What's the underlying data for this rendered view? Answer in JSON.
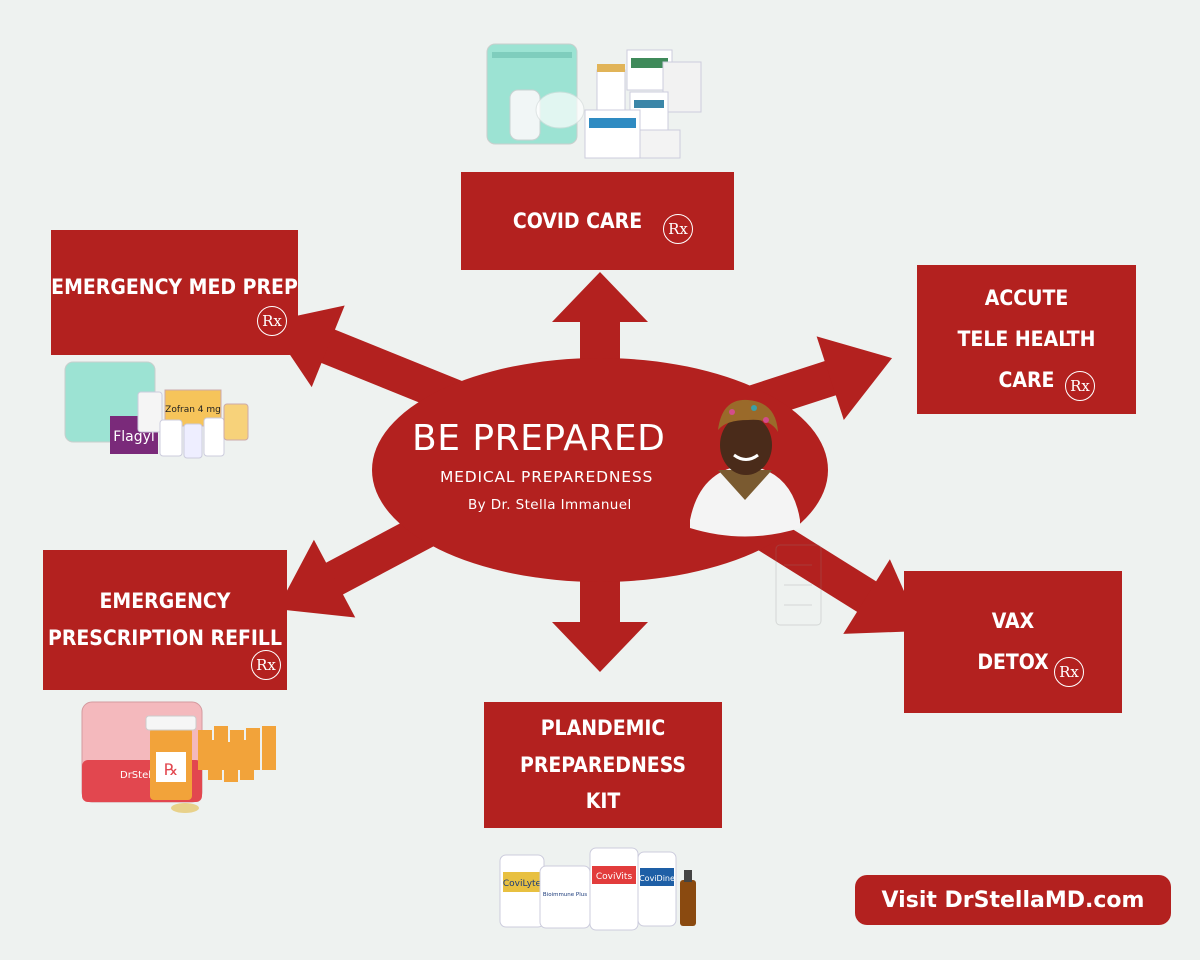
{
  "center": {
    "title": "BE PREPARED",
    "subtitle": "MEDICAL PREPAREDNESS",
    "author": "By Dr. Stella Immanuel"
  },
  "boxes": {
    "covid": {
      "lines": [
        "COVID CARE"
      ],
      "rx": "Rx"
    },
    "emergency_med": {
      "lines": [
        "EMERGENCY MED PREP"
      ],
      "rx": "Rx"
    },
    "accute": {
      "lines": [
        "ACCUTE",
        "TELE HEALTH",
        "CARE"
      ],
      "rx": "Rx"
    },
    "refill": {
      "lines": [
        "EMERGENCY",
        "PRESCRIPTION REFILL"
      ],
      "rx": "Rx"
    },
    "vax": {
      "lines": [
        "VAX",
        "DETOX"
      ],
      "rx": "Rx"
    },
    "plandemic": {
      "lines": [
        "PLANDEMIC",
        "PREPAREDNESS",
        "KIT"
      ]
    }
  },
  "product_labels": {
    "refill_kit_brand": "DrStellaMD",
    "plandemic_kit": [
      "CoviLyte",
      "Bioimmune Plus",
      "CoviVits",
      "CoviDine"
    ],
    "emergency_kit": [
      "Flagyl",
      "Zofran 4 mg"
    ]
  },
  "cta": {
    "label": "Visit DrStellaMD.com"
  },
  "colors": {
    "brand_red": "#b3211f",
    "background": "#eef2f0",
    "kit_mint": "#8fe0cf",
    "kit_pink": "#f4b9bd"
  }
}
